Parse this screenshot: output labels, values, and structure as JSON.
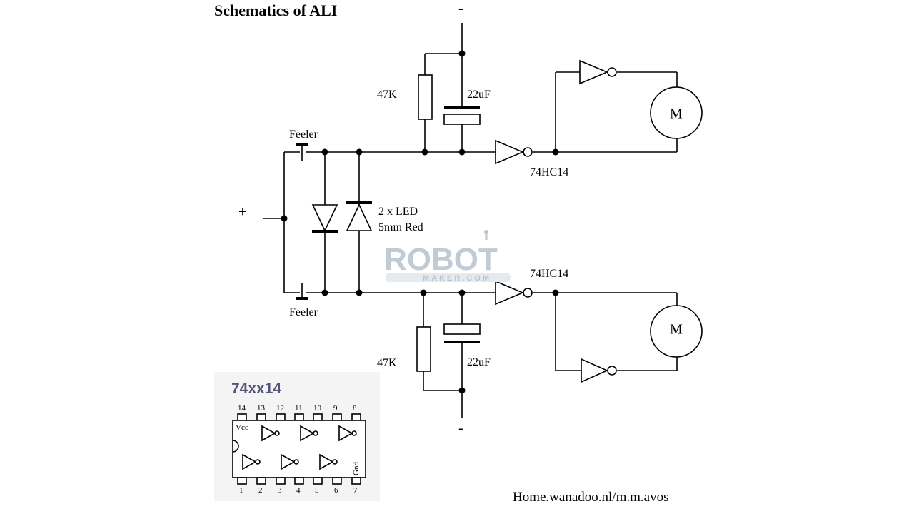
{
  "title": "Schematics of ALI",
  "power": {
    "plus": "+",
    "minus_top": "-",
    "minus_bottom": "-"
  },
  "labels": {
    "feeler_top": "Feeler",
    "feeler_bottom": "Feeler",
    "resistor_top": "47K",
    "resistor_bottom": "47K",
    "cap_top": "22uF",
    "cap_bottom": "22uF",
    "led_line1": "2 x LED",
    "led_line2": "5mm Red",
    "ic_top": "74HC14",
    "ic_bottom": "74HC14",
    "motor_top": "M",
    "motor_bottom": "M"
  },
  "chip": {
    "title": "74xx14",
    "top_pins": [
      "14",
      "13",
      "12",
      "11",
      "10",
      "9",
      "8"
    ],
    "bottom_pins": [
      "1",
      "2",
      "3",
      "4",
      "5",
      "6",
      "7"
    ],
    "vcc": "Vcc",
    "gnd": "Gnd"
  },
  "watermark": {
    "brand": "ROBOT",
    "sub": "MAKER.COM"
  },
  "footer": "Home.wanadoo.nl/m.m.avos"
}
